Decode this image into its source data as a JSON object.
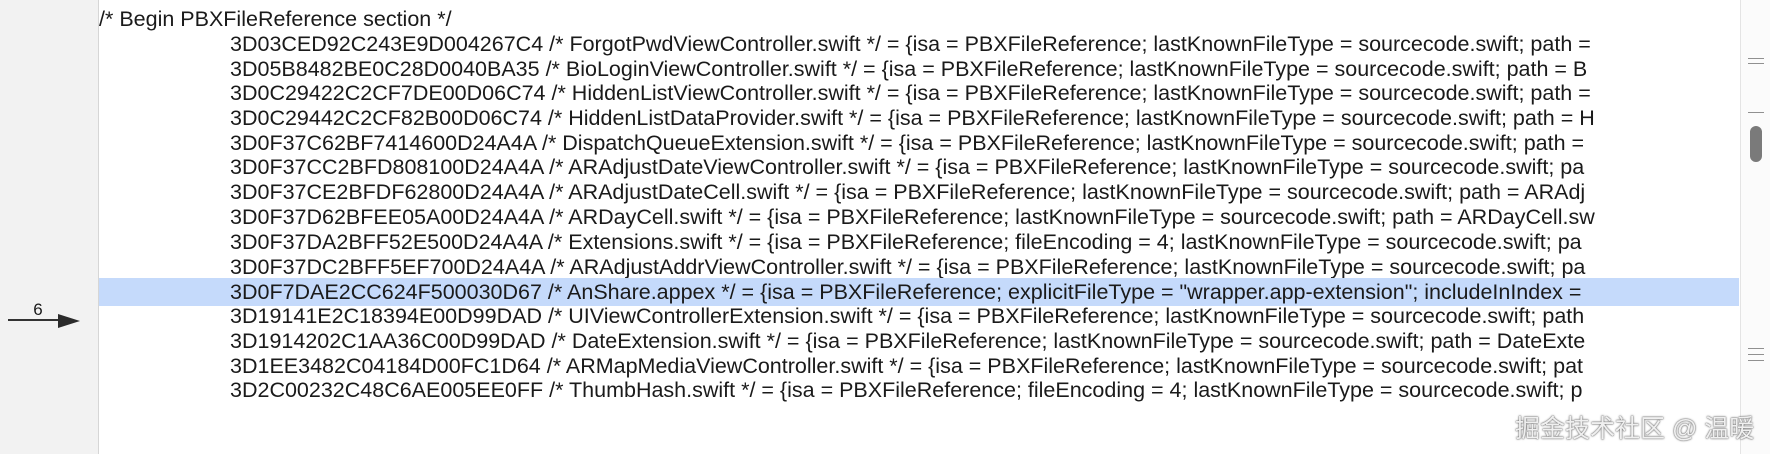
{
  "gutter": {
    "step_number": "6",
    "arrow_icon": "debugger-current-line-arrow-icon"
  },
  "header_line": "/* Begin PBXFileReference section */",
  "lines": [
    "3D03CED92C243E9D004267C4 /* ForgotPwdViewController.swift */ = {isa = PBXFileReference; lastKnownFileType = sourcecode.swift; path =",
    "3D05B8482BE0C28D0040BA35 /* BioLoginViewController.swift */ = {isa = PBXFileReference; lastKnownFileType = sourcecode.swift; path = B",
    "3D0C29422C2CF7DE00D06C74 /* HiddenListViewController.swift */ = {isa = PBXFileReference; lastKnownFileType = sourcecode.swift; path =",
    "3D0C29442C2CF82B00D06C74 /* HiddenListDataProvider.swift */ = {isa = PBXFileReference; lastKnownFileType = sourcecode.swift; path = H",
    "3D0F37C62BF7414600D24A4A /* DispatchQueueExtension.swift */ = {isa = PBXFileReference; lastKnownFileType = sourcecode.swift; path =",
    "3D0F37CC2BFD808100D24A4A /* ARAdjustDateViewController.swift */ = {isa = PBXFileReference; lastKnownFileType = sourcecode.swift; pa",
    "3D0F37CE2BFDF62800D24A4A /* ARAdjustDateCell.swift */ = {isa = PBXFileReference; lastKnownFileType = sourcecode.swift; path = ARAdj",
    "3D0F37D62BFEE05A00D24A4A /* ARDayCell.swift */ = {isa = PBXFileReference; lastKnownFileType = sourcecode.swift; path = ARDayCell.sw",
    "3D0F37DA2BFF52E500D24A4A /* Extensions.swift */ = {isa = PBXFileReference; fileEncoding = 4; lastKnownFileType = sourcecode.swift; pa",
    "3D0F37DC2BFF5EF700D24A4A /* ARAdjustAddrViewController.swift */ = {isa = PBXFileReference; lastKnownFileType = sourcecode.swift; pa",
    "3D0F7DAE2CC624F500030D67 /* AnShare.appex */ = {isa = PBXFileReference; explicitFileType = \"wrapper.app-extension\"; includeInIndex =",
    "3D19141E2C18394E00D99DAD /* UIViewControllerExtension.swift */ = {isa = PBXFileReference; lastKnownFileType = sourcecode.swift; path",
    "3D1914202C1AA36C00D99DAD /* DateExtension.swift */ = {isa = PBXFileReference; lastKnownFileType = sourcecode.swift; path = DateExte",
    "3D1EE3482C04184D00FC1D64 /* ARMapMediaViewController.swift */ = {isa = PBXFileReference; lastKnownFileType = sourcecode.swift; pat",
    "3D2C00232C48C6AE005EE0FF /* ThumbHash.swift */ = {isa = PBXFileReference; fileEncoding = 4; lastKnownFileType = sourcecode.swift; p"
  ],
  "highlight_color": "#c5dafb",
  "watermark": "掘金技术社区 @ 温暖"
}
